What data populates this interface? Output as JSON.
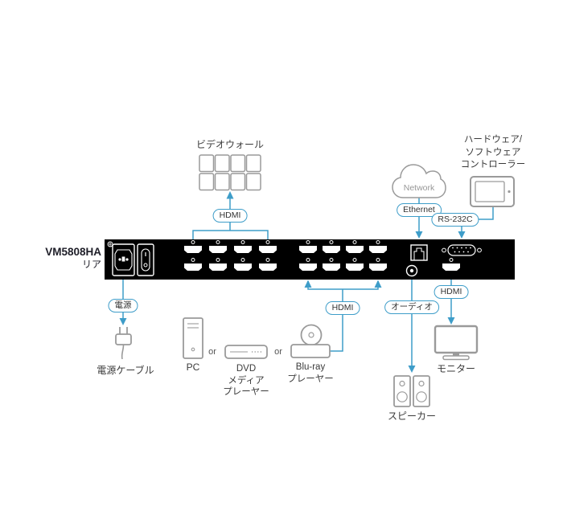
{
  "colors": {
    "accent": "#3E9DC9",
    "panel": "#000000"
  },
  "device": {
    "model": "VM5808HA",
    "view_label": "リア"
  },
  "connectors": {
    "hdmi_display_wall": "HDMI",
    "ethernet": "Ethernet",
    "rs232c": "RS-232C",
    "power": "電源",
    "hdmi_sources": "HDMI",
    "hdmi_monitor": "HDMI",
    "audio": "オーディオ"
  },
  "peripherals": {
    "video_wall": "ビデオウォール",
    "network": "Network",
    "controller_lines": [
      "ハードウェア/",
      "ソフトウェア",
      "コントローラー"
    ],
    "power_cable": "電源ケーブル",
    "pc": "PC",
    "or_first": "or",
    "dvd_player_lines": [
      "DVD",
      "メディア",
      "プレーヤー"
    ],
    "or_second": "or",
    "bluray_player_lines": [
      "Blu-ray",
      "プレーヤー"
    ],
    "monitor": "モニター",
    "speakers": "スピーカー"
  }
}
